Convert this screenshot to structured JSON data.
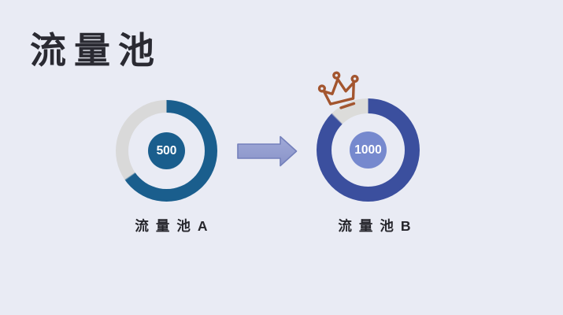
{
  "slide": {
    "title": "流量池",
    "background": "#e9ebf4",
    "title_color": "#2a2a32",
    "label_color": "#26262c"
  },
  "pools": [
    {
      "label": "流量池A",
      "value": "500",
      "fill_deg": 235,
      "ring_color": "#1a5e8d",
      "track_color": "#d9d9d9",
      "disk_color": "#1a5e8d",
      "value_color": "#ffffff"
    },
    {
      "label": "流量池B",
      "value": "1000",
      "fill_deg": 315,
      "ring_color": "#3b4f9e",
      "track_color": "#dcdcda",
      "disk_color": "#7689ce",
      "value_color": "#ffffff"
    }
  ],
  "arrow": {
    "direction": "right",
    "fill_top": "#a1aad8",
    "fill_bottom": "#8993c8",
    "border": "#7480bb"
  },
  "crown": {
    "color": "#a3552f"
  },
  "chart_data": [
    {
      "type": "pie",
      "variant": "donut",
      "title": "流量池A",
      "center_value": 500,
      "ring_fill_percent": 65.3,
      "ring_color": "#1a5e8d",
      "track_color": "#d9d9d9",
      "start_angle_deg": 0,
      "direction": "clockwise"
    },
    {
      "type": "pie",
      "variant": "donut",
      "title": "流量池B",
      "center_value": 1000,
      "ring_fill_percent": 87.5,
      "ring_color": "#3b4f9e",
      "track_color": "#dcdcda",
      "start_angle_deg": 0,
      "direction": "clockwise",
      "badge": "crown-icon"
    }
  ]
}
